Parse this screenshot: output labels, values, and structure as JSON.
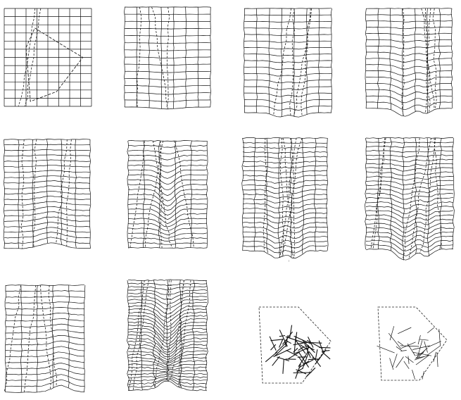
{
  "sheet": {
    "background": "#ffffff",
    "ink": "#111111",
    "dash_ink": "#222222",
    "rows": 3,
    "cols": 4
  },
  "panels": [
    {
      "id": "p1",
      "kind": "grid",
      "row_lines": 12,
      "col_lines": 8,
      "warp": 0.0,
      "crack": "diagonal-box"
    },
    {
      "id": "p2",
      "kind": "grid",
      "row_lines": 14,
      "col_lines": 7,
      "warp": 0.35,
      "crack": "v-fold"
    },
    {
      "id": "p3",
      "kind": "grid",
      "row_lines": 16,
      "col_lines": 7,
      "warp": 0.5,
      "crack": "twin-fold"
    },
    {
      "id": "p4",
      "kind": "grid",
      "row_lines": 16,
      "col_lines": 7,
      "warp": 0.7,
      "crack": "dense-fold"
    },
    {
      "id": "p5",
      "kind": "strata",
      "row_lines": 20,
      "col_lines": 6,
      "warp": 0.6,
      "crack": "bulge"
    },
    {
      "id": "p6",
      "kind": "strata",
      "row_lines": 22,
      "col_lines": 5,
      "warp": 0.8,
      "crack": "syncline"
    },
    {
      "id": "p7",
      "kind": "strata",
      "row_lines": 24,
      "col_lines": 7,
      "warp": 0.9,
      "crack": "twin-fold"
    },
    {
      "id": "p8",
      "kind": "strata",
      "row_lines": 26,
      "col_lines": 7,
      "warp": 1.0,
      "crack": "dense-fold"
    },
    {
      "id": "p9",
      "kind": "strata",
      "row_lines": 18,
      "col_lines": 5,
      "warp": 0.6,
      "crack": "fold-right"
    },
    {
      "id": "p10",
      "kind": "strata",
      "row_lines": 34,
      "col_lines": 6,
      "warp": 1.2,
      "crack": "chevron"
    },
    {
      "id": "p11",
      "kind": "pentagon-core",
      "density": 1.0
    },
    {
      "id": "p12",
      "kind": "pentagon-sparse",
      "density": 0.6
    }
  ],
  "stray_mark": "ı"
}
